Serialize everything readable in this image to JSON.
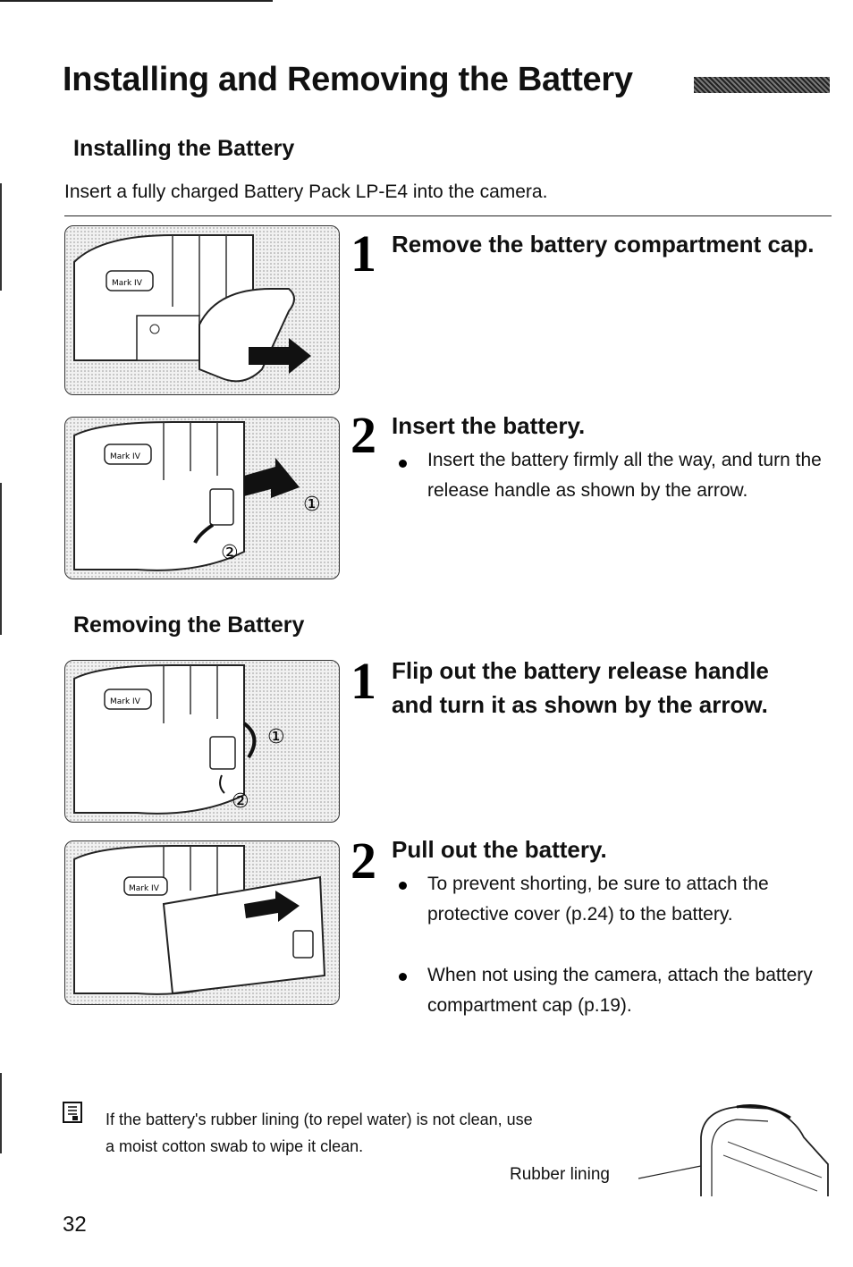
{
  "title": "Installing and Removing the Battery",
  "install": {
    "heading": "Installing the Battery",
    "intro": "Insert a fully charged Battery Pack LP-E4 into the camera.",
    "steps": [
      {
        "num": "1",
        "title": "Remove the battery compartment cap.",
        "bullets": []
      },
      {
        "num": "2",
        "title": "Insert the battery.",
        "bullets": [
          "Insert the battery firmly all the way, and turn the release handle as shown by the arrow."
        ]
      }
    ]
  },
  "remove": {
    "heading": "Removing the Battery",
    "steps": [
      {
        "num": "1",
        "title": "Flip out the battery release handle and turn it as shown by the arrow.",
        "bullets": []
      },
      {
        "num": "2",
        "title": "Pull out the battery.",
        "bullets": [
          "To prevent shorting, be sure to attach the protective cover (p.24) to the battery.",
          "When not using the camera, attach the battery compartment cap (p.19)."
        ]
      }
    ]
  },
  "illustrations": {
    "badge": "Mark IV",
    "marker_1": "①",
    "marker_2": "②"
  },
  "note": {
    "icon": "memo-icon",
    "line1": "If the battery's rubber lining (to repel water) is not clean, use",
    "line2": "a moist cotton swab to wipe it clean.",
    "label": "Rubber lining"
  },
  "page_number": "32"
}
